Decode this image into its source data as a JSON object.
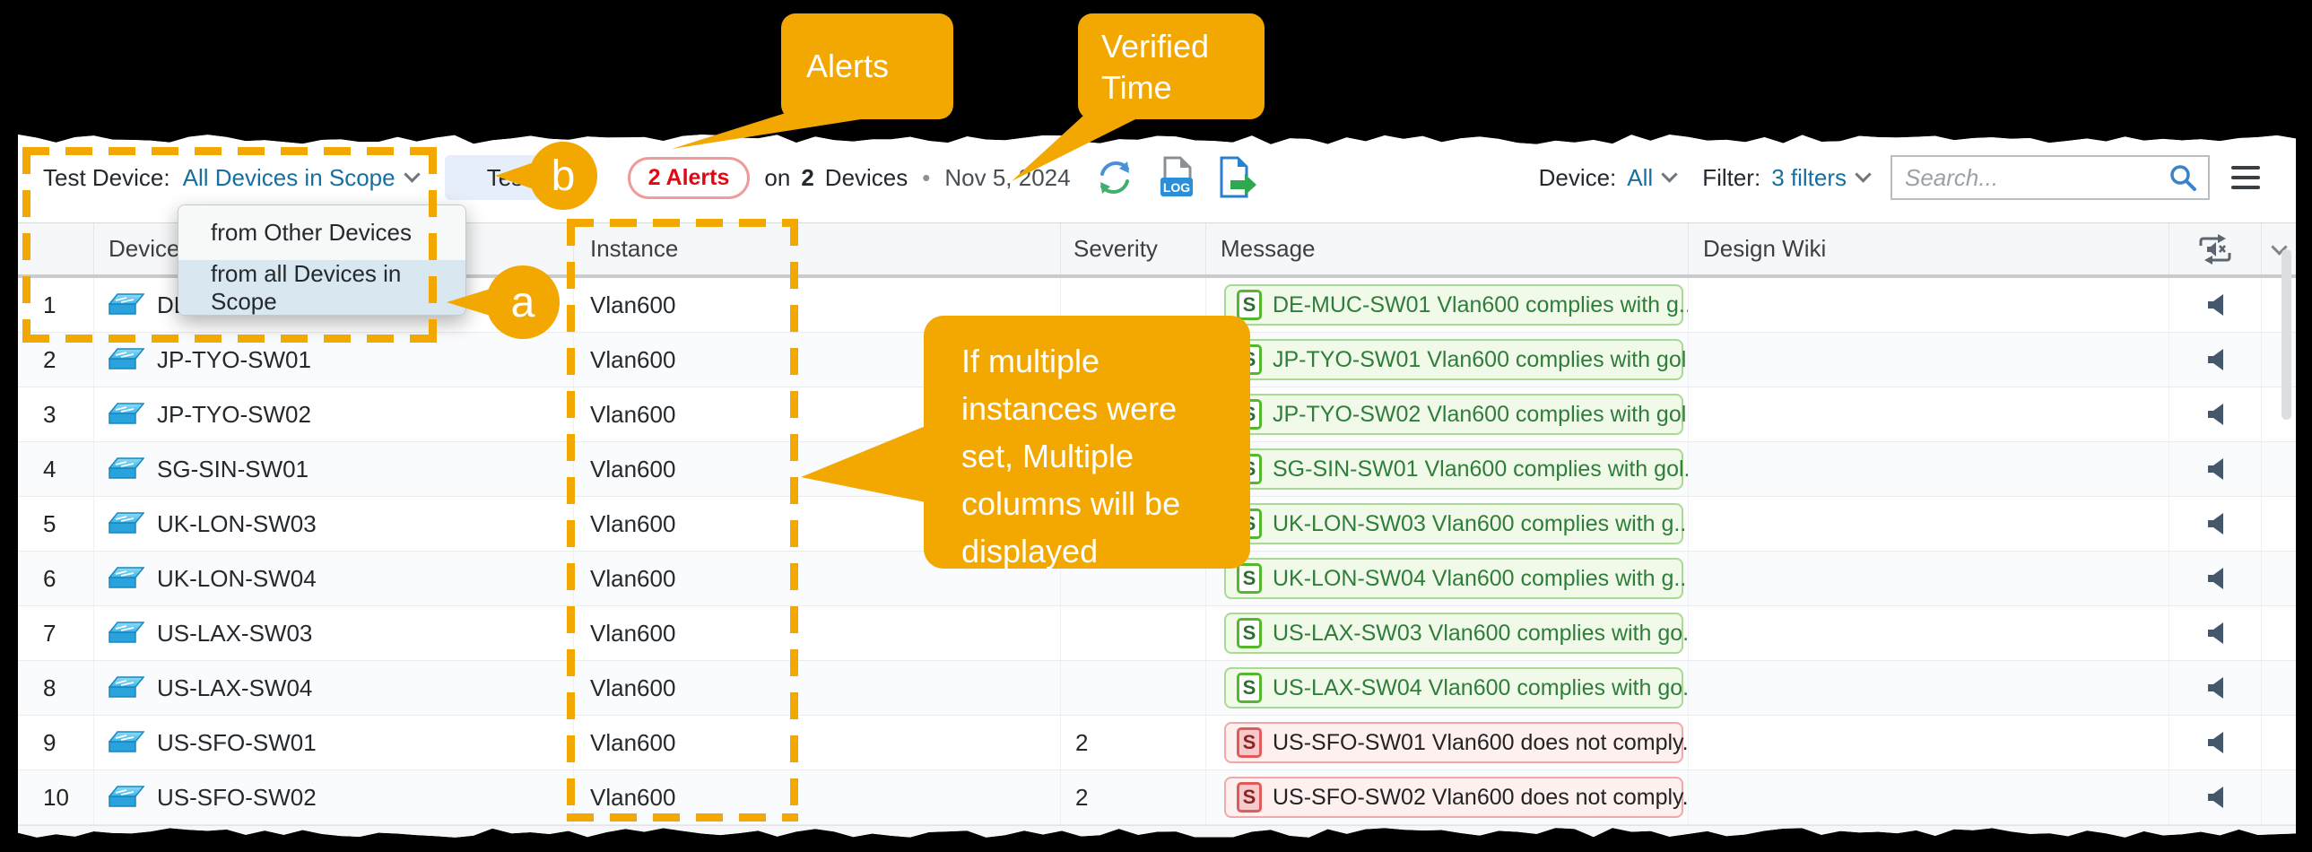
{
  "toolbar": {
    "test_device_label": "Test Device:",
    "test_device_value": "All Devices in Scope",
    "test_button_label": "Test",
    "alerts_badge": "2 Alerts",
    "on_label": "on",
    "device_count": "2",
    "devices_label": "Devices",
    "dot": "•",
    "verified_date": "Nov 5, 2024",
    "log_icon_text": "LOG",
    "device_label": "Device:",
    "device_value": "All",
    "filter_label": "Filter:",
    "filter_value": "3 filters",
    "search_placeholder": "Search..."
  },
  "dropdown_menu": {
    "items": [
      {
        "label": "from Other Devices"
      },
      {
        "label": "from all Devices in Scope"
      }
    ],
    "highlighted_index": 1
  },
  "annotations": {
    "accent_color": "#F2A800",
    "alerts_callout": "Alerts",
    "verified_time_callout": "Verified\nTime",
    "instances_callout": "If multiple\ninstances were\nset, Multiple\ncolumns will be\ndisplayed",
    "marker_a": "a",
    "marker_b": "b"
  },
  "table": {
    "columns": {
      "number": "",
      "device": "Device",
      "instance": "Instance",
      "severity": "Severity",
      "message": "Message",
      "design_wiki": "Design Wiki"
    },
    "s_icon_label": "S",
    "rows": [
      {
        "num": "1",
        "device": "DE-MUC-SW01",
        "instance": "Vlan600",
        "severity": "",
        "status": "pass",
        "message": "DE-MUC-SW01 Vlan600 complies with g..."
      },
      {
        "num": "2",
        "device": "JP-TYO-SW01",
        "instance": "Vlan600",
        "severity": "",
        "status": "pass",
        "message": "JP-TYO-SW01 Vlan600 complies with gol..."
      },
      {
        "num": "3",
        "device": "JP-TYO-SW02",
        "instance": "Vlan600",
        "severity": "",
        "status": "pass",
        "message": "JP-TYO-SW02 Vlan600 complies with gol..."
      },
      {
        "num": "4",
        "device": "SG-SIN-SW01",
        "instance": "Vlan600",
        "severity": "",
        "status": "pass",
        "message": "SG-SIN-SW01 Vlan600 complies with gol..."
      },
      {
        "num": "5",
        "device": "UK-LON-SW03",
        "instance": "Vlan600",
        "severity": "",
        "status": "pass",
        "message": "UK-LON-SW03 Vlan600 complies with g..."
      },
      {
        "num": "6",
        "device": "UK-LON-SW04",
        "instance": "Vlan600",
        "severity": "",
        "status": "pass",
        "message": "UK-LON-SW04 Vlan600 complies with g..."
      },
      {
        "num": "7",
        "device": "US-LAX-SW03",
        "instance": "Vlan600",
        "severity": "",
        "status": "pass",
        "message": "US-LAX-SW03 Vlan600 complies with go..."
      },
      {
        "num": "8",
        "device": "US-LAX-SW04",
        "instance": "Vlan600",
        "severity": "",
        "status": "pass",
        "message": "US-LAX-SW04 Vlan600 complies with go..."
      },
      {
        "num": "9",
        "device": "US-SFO-SW01",
        "instance": "Vlan600",
        "severity": "2",
        "status": "fail",
        "message": "US-SFO-SW01 Vlan600 does not comply..."
      },
      {
        "num": "10",
        "device": "US-SFO-SW02",
        "instance": "Vlan600",
        "severity": "2",
        "status": "fail",
        "message": "US-SFO-SW02 Vlan600 does not comply..."
      }
    ]
  }
}
